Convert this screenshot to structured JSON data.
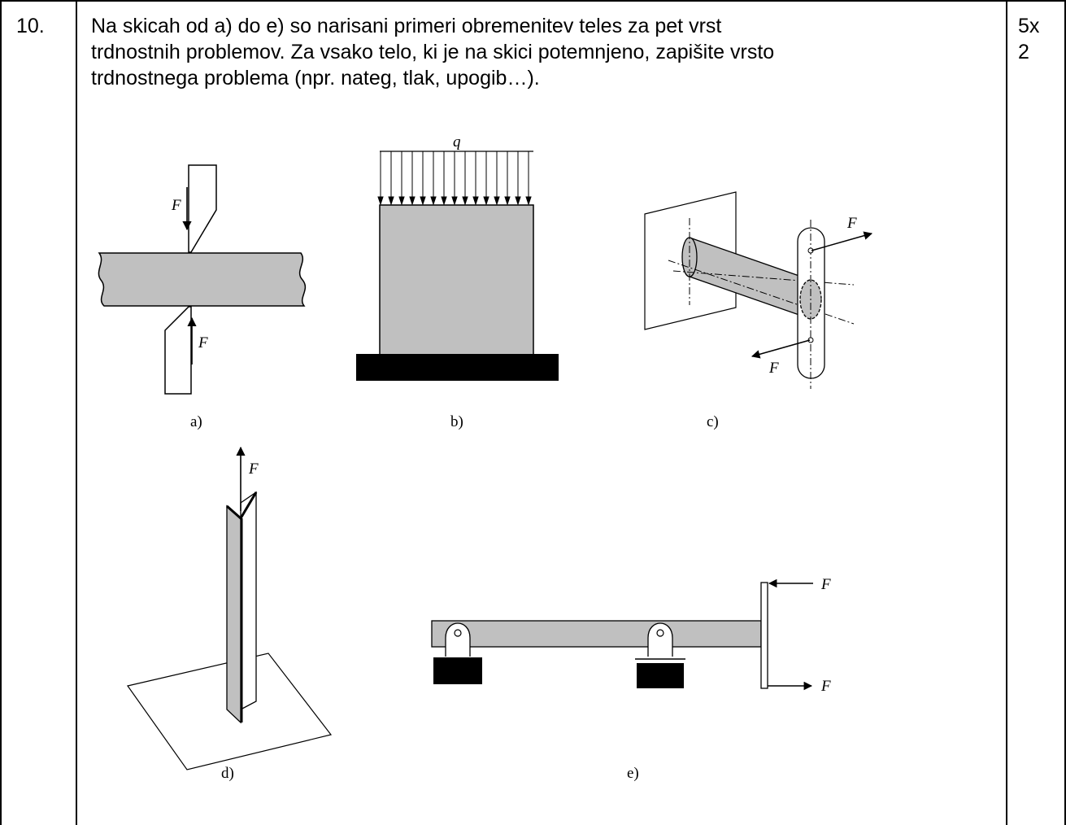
{
  "question": {
    "number": "10.",
    "lines": [
      "Na skicah od a) do e) so narisani primeri obremenitev teles za pet vrst",
      "trdnostnih problemov. Za vsako telo, ki je na skici potemnjeno, zapišite vrsto",
      "trdnostnega problema (npr. nateg, tlak, upogib…)."
    ],
    "points": [
      "5x",
      "2"
    ]
  },
  "figures": {
    "a": {
      "caption": "a)",
      "force": "F"
    },
    "b": {
      "caption": "b)",
      "load": "q"
    },
    "c": {
      "caption": "c)",
      "force": "F"
    },
    "d": {
      "caption": "d)",
      "force": "F"
    },
    "e": {
      "caption": "e)",
      "force": "F"
    }
  },
  "colors": {
    "shade": "#c0c0c0",
    "ink": "#000000",
    "ground": "#000000"
  }
}
